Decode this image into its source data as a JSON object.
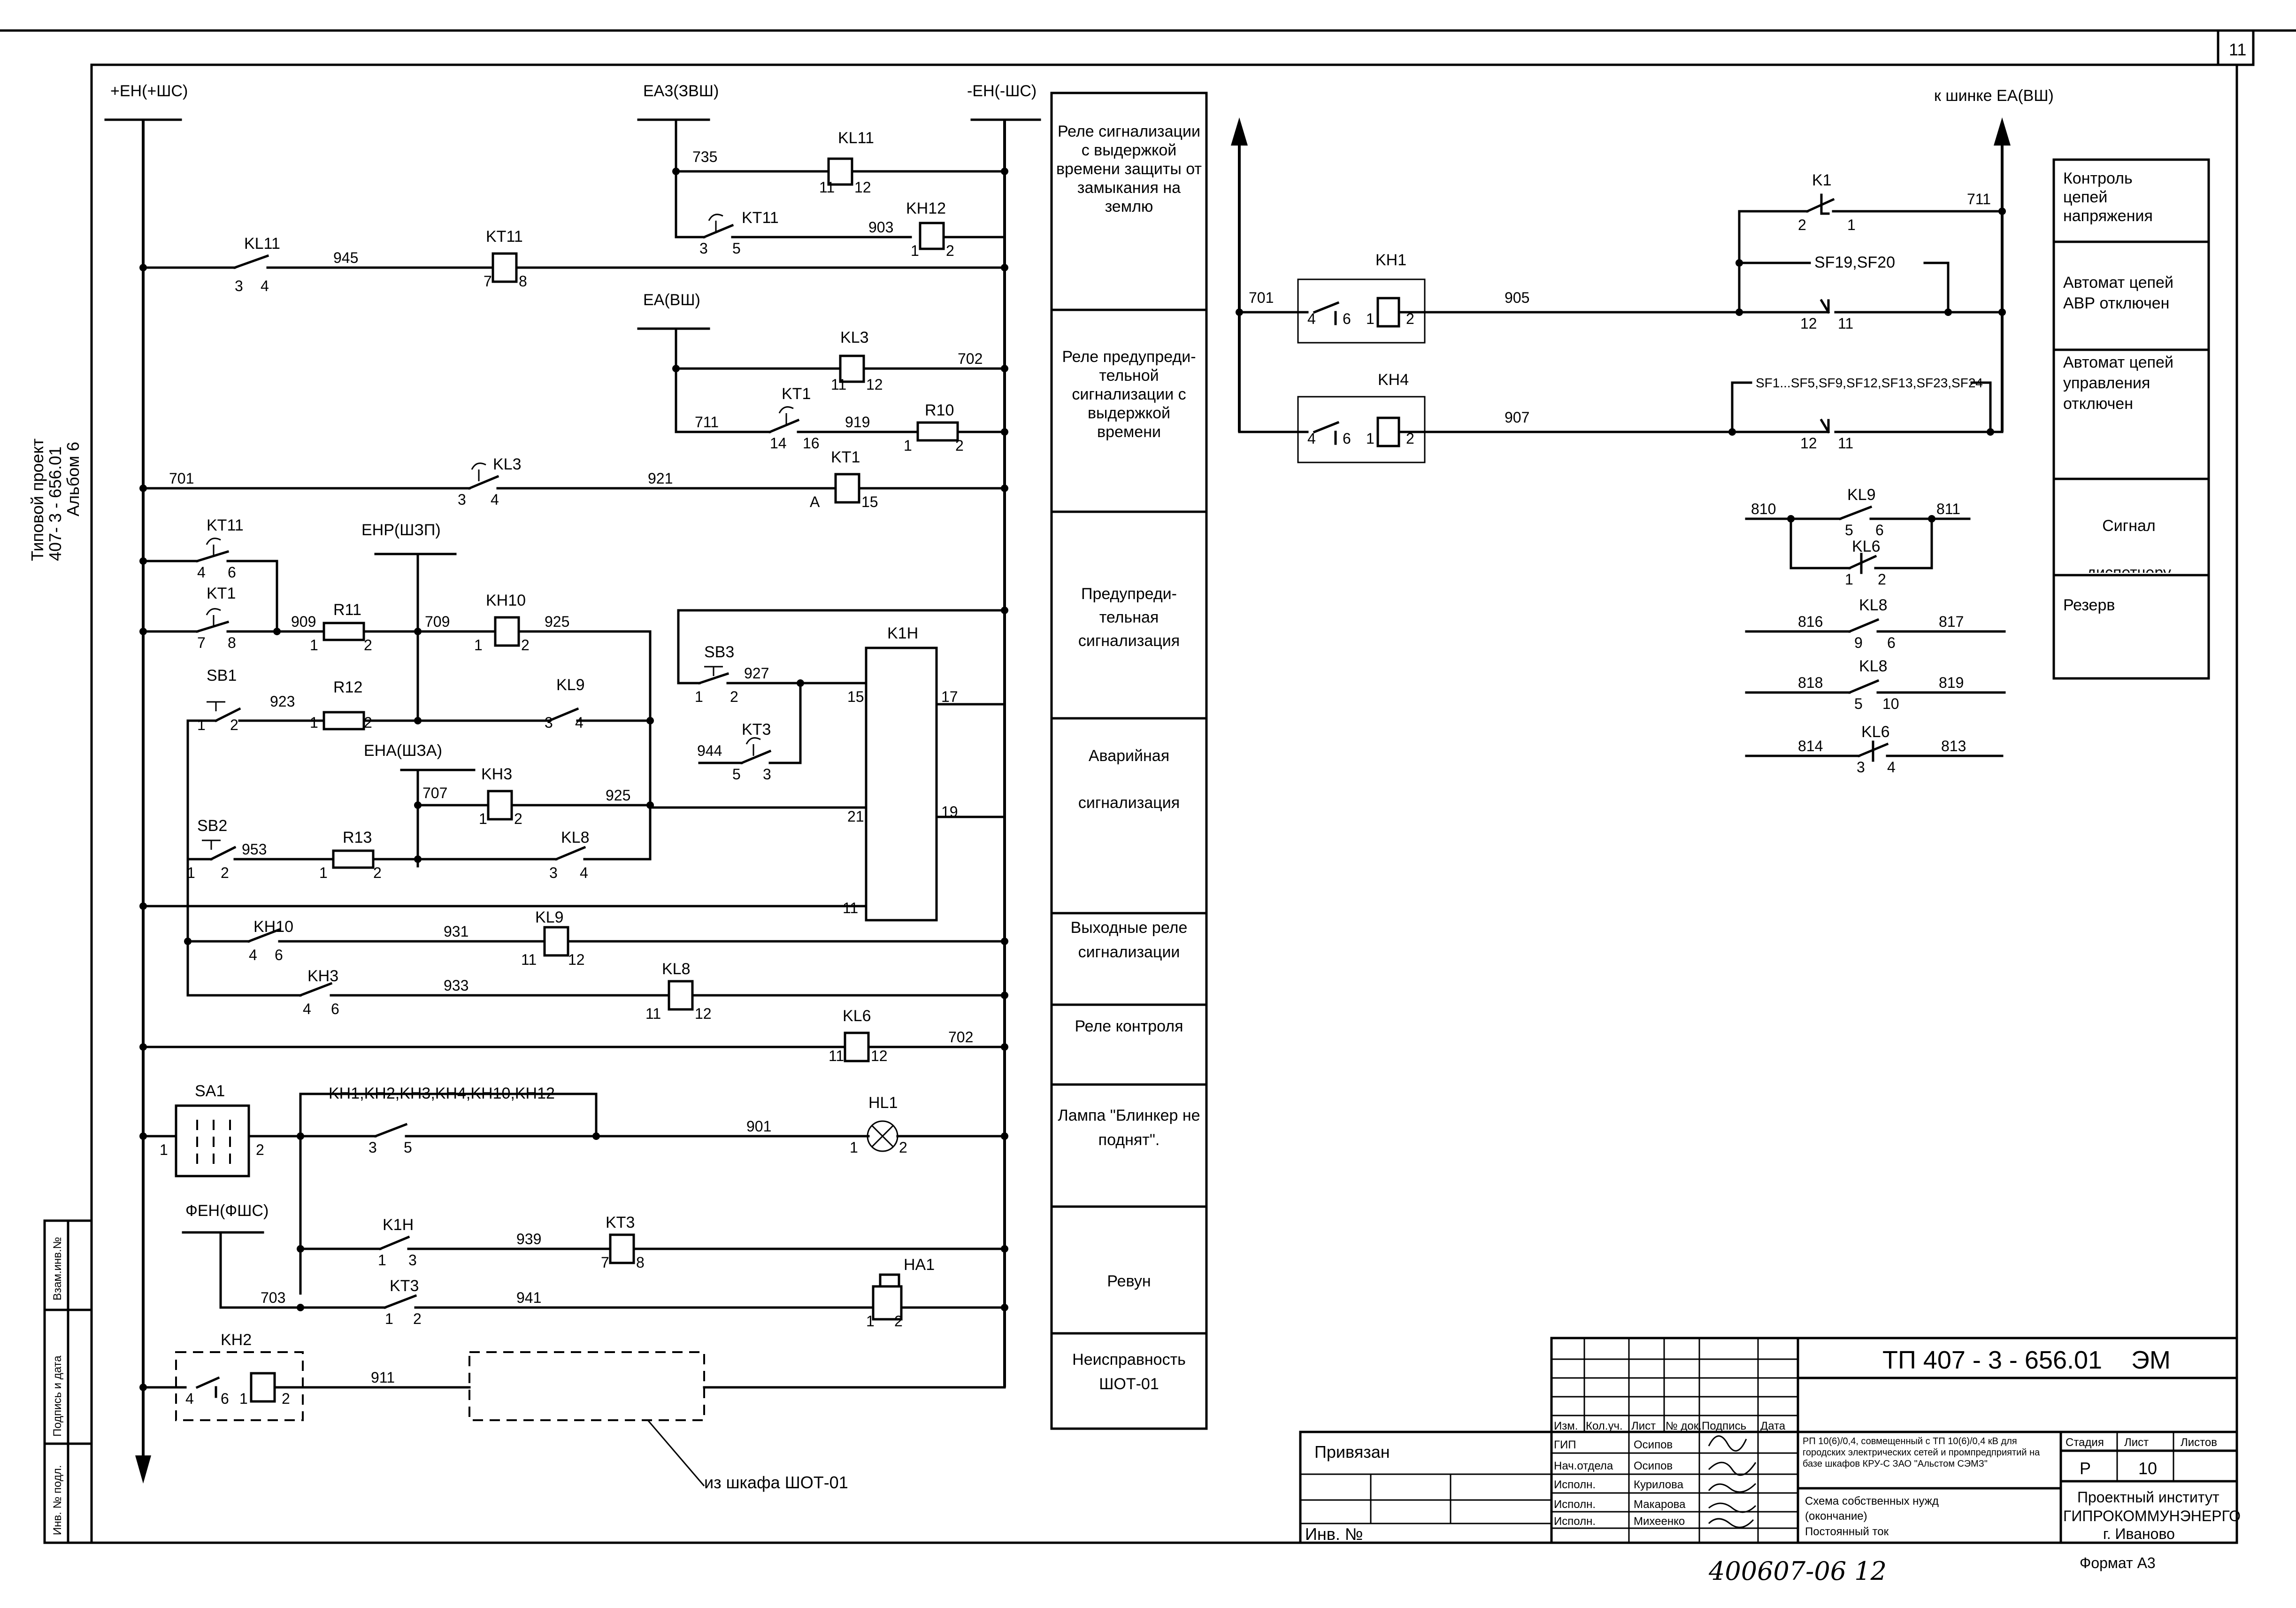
{
  "sheet": {
    "number": "11",
    "side_title_1": "Типовой проект",
    "side_title_2": "407- 3 - 656.01",
    "side_title_3": "Альбом 6",
    "side_stamp": [
      "Взам.инв.№",
      "Подпись и дата",
      "Инв. № подл."
    ]
  },
  "buses": {
    "plus": "+ЕН(+ШС)",
    "minus": "-ЕН(-ШС)",
    "ea3": "ЕА3(ЗВШ)",
    "ea": "ЕА(ВШ)",
    "enp": "ЕНР(ШЗП)",
    "ena": "ЕНА(ШЗА)",
    "fen": "ФЕН(ФШС)",
    "to_bus": "к шинке ЕА(ВШ)"
  },
  "devices": {
    "kl11": "KL11",
    "kh12": "KH12",
    "kt11": "KT11",
    "kl3": "KL3",
    "kt1": "KT1",
    "r10": "R10",
    "r11": "R11",
    "r12": "R12",
    "r13": "R13",
    "kh10": "KH10",
    "kh3": "KH3",
    "kh2": "KH2",
    "sb1": "SB1",
    "sb2": "SB2",
    "sb3": "SB3",
    "kt3": "KT3",
    "kl9": "KL9",
    "kl8": "KL8",
    "kl6": "KL6",
    "k1h": "K1H",
    "sa1": "SA1",
    "hl1": "HL1",
    "ha1": "HA1",
    "kh1": "KH1",
    "kh4": "KH4",
    "k1": "K1",
    "sf19": "SF19,SF20",
    "sf_list": "SF1...SF5,SF9,SF12,SF13,SF23,SF24",
    "kh_group": "KH1,KH2,KH3,KH4,KH10,KH12",
    "from_shot": "из шкафа ШОТ-01"
  },
  "wires": [
    "735",
    "945",
    "903",
    "702",
    "711",
    "919",
    "701",
    "921",
    "909",
    "709",
    "925",
    "923",
    "927",
    "944",
    "707",
    "953",
    "931",
    "933",
    "901",
    "939",
    "703",
    "941",
    "911",
    "905",
    "907",
    "810",
    "811",
    "816",
    "817",
    "818",
    "819",
    "814",
    "813"
  ],
  "legend_mid": [
    "Реле сигнализации с выдержкой времени защиты от замыкания на землю",
    "Реле предупреди-тельной сигнализации с выдержкой времени",
    "Предупреди-тельная сигнализация",
    "Аварийная сигнализация",
    "Выходные реле сигнализации",
    "Реле контроля",
    "Лампа \"Блинкер не поднят\".",
    "Ревун",
    "Неисправность ШОТ-01"
  ],
  "legend_right": [
    "Контроль цепей напряжения",
    "Автомат цепей АВР отключен",
    "Автомат цепей управления отключен",
    "Сигнал диспетчеру",
    "Резерв"
  ],
  "title_block": {
    "code": "ТП 407 - 3 - 656.01",
    "mark": "ЭМ",
    "bound": "Привязан",
    "inv": "Инв. №",
    "col_headers": [
      "Изм.",
      "Кол.уч.",
      "Лист",
      "№ док.",
      "Подпись",
      "Дата"
    ],
    "roles": [
      "ГИП",
      "Нач.отдела",
      "Исполн.",
      "Исполн.",
      "Исполн."
    ],
    "names": [
      "Осипов",
      "Осипов",
      "Курилова",
      "Макарова",
      "Михеенко"
    ],
    "project_desc": "РП 10(6)/0,4, совмещенный с ТП 10(6)/0,4 кВ для городских электрических сетей и промпредприятий на базе шкафов КРУ-С ЗАО \"Альстом СЭМЗ\"",
    "drawing_name": [
      "Схема собственных нужд",
      "(окончание)",
      "Постоянный ток"
    ],
    "stage_header": [
      "Стадия",
      "Лист",
      "Листов"
    ],
    "stage": "Р",
    "sheet_no": "10",
    "institute": [
      "Проектный институт",
      "ГИПРОКОММУНЭНЕРГО",
      "г. Иваново"
    ],
    "format": "Формат А3",
    "handwritten": "400607-06   12"
  }
}
